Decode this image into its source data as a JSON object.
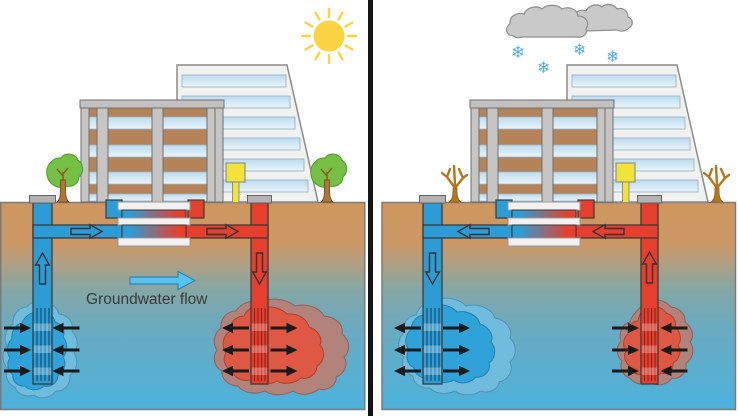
{
  "labels": {
    "groundwater_flow": "Groundwater flow",
    "snowflake_glyph": "❄"
  },
  "panels": {
    "left": {
      "weather_icon": "sun-icon",
      "tree_icon": "leafy-tree-icon",
      "cold_well_flow": "extraction-upward",
      "warm_well_flow": "injection-downward",
      "surface_pipe_flow": "rightward"
    },
    "right": {
      "weather_icon": "snow-cloud-icon",
      "tree_icon": "bare-tree-icon",
      "cold_well_flow": "injection-downward",
      "warm_well_flow": "extraction-upward",
      "surface_pipe_flow": "leftward"
    }
  },
  "colors": {
    "cold_pipe": "#2D9CD4",
    "warm_pipe": "#E73F2D",
    "soil": "#CE975F",
    "aquifer_deep": "#4CB2DC",
    "cold_plume_core": "#2FA2DA",
    "cold_plume_halo": "#70BCDD",
    "warm_plume_core": "#DE5843",
    "warm_plume_halo": "#B2837A",
    "sun": "#FBD442",
    "snowflake": "#57ACDE",
    "cloud": "#C9C9C9",
    "summer_tree": "#74BF44",
    "winter_tree": "#B5761F",
    "groundwater_arrow": "#58C2F0"
  }
}
